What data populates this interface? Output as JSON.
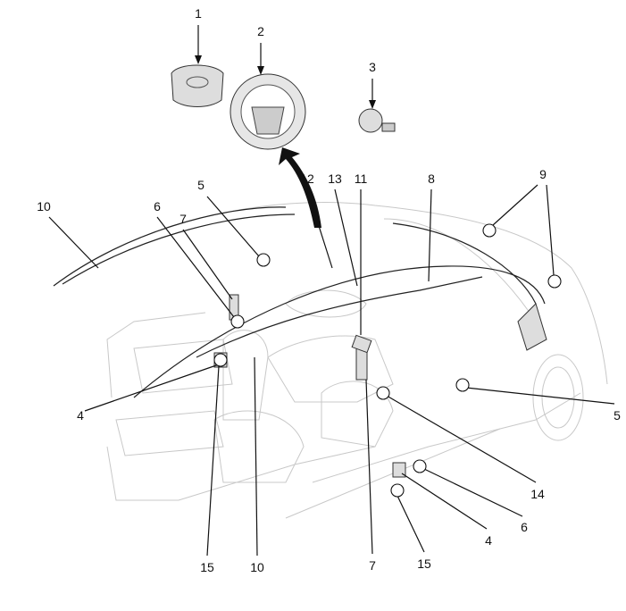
{
  "diagram": {
    "labels": {
      "l1": "1",
      "l2": "2",
      "l3": "3",
      "l12": "12",
      "l13": "13",
      "l11": "11",
      "l8": "8",
      "l9": "9",
      "l10a": "10",
      "l6a": "6",
      "l7a": "7",
      "l5a": "5",
      "l4a": "4",
      "l15a": "15",
      "l10b": "10",
      "l7b": "7",
      "l15b": "15",
      "l4b": "4",
      "l6b": "6",
      "l14": "14",
      "l5b": "5"
    }
  }
}
